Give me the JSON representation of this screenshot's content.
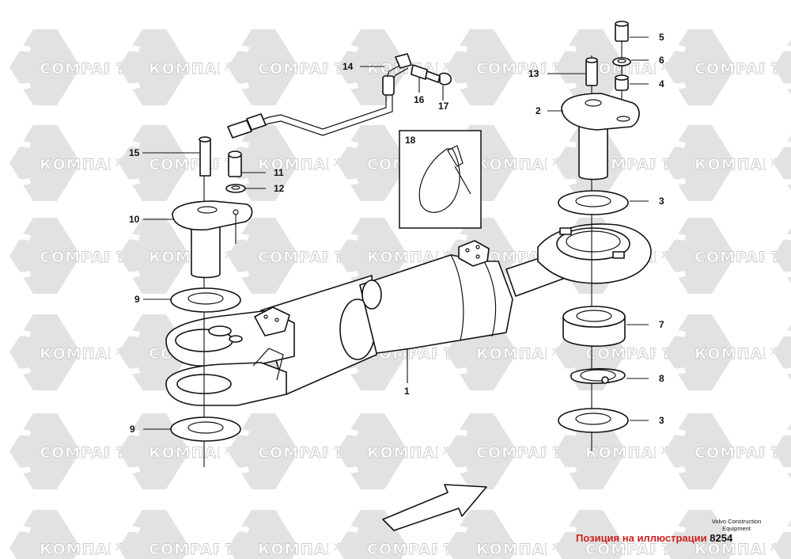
{
  "watermarks": [
    "COMPART",
    "КОМПАРТ"
  ],
  "callouts": [
    "1",
    "2",
    "3",
    "4",
    "5",
    "6",
    "7",
    "8",
    "9",
    "10",
    "11",
    "12",
    "13",
    "14",
    "15",
    "16",
    "17",
    "18"
  ],
  "inset_label": "18",
  "brand": {
    "line1": "Volvo Construction",
    "line2": "Equipment"
  },
  "footer": {
    "caption": "Позиция на иллюстрации",
    "code": "8254",
    "color": "#cc1f1f"
  },
  "icons": {
    "direction": "arrow-up-right-icon"
  }
}
